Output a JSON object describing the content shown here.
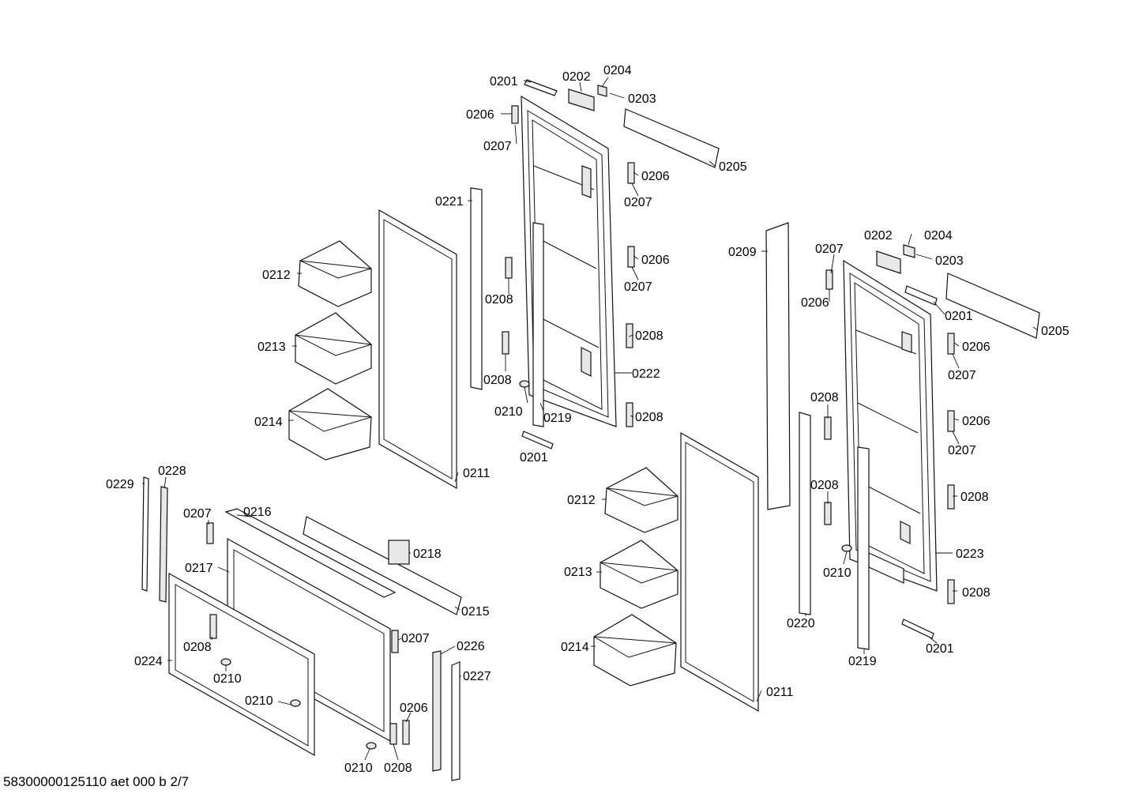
{
  "labels": [
    {
      "key": "l01",
      "text": "0201"
    },
    {
      "key": "l02",
      "text": "0202"
    },
    {
      "key": "l03",
      "text": "0204"
    },
    {
      "key": "l04",
      "text": "0203"
    },
    {
      "key": "l05",
      "text": "0206"
    },
    {
      "key": "l06",
      "text": "0207"
    },
    {
      "key": "l07",
      "text": "0205"
    },
    {
      "key": "l08",
      "text": "0206"
    },
    {
      "key": "l09",
      "text": "0207"
    },
    {
      "key": "l10",
      "text": "0221"
    },
    {
      "key": "l11",
      "text": "0206"
    },
    {
      "key": "l12",
      "text": "0207"
    },
    {
      "key": "l13",
      "text": "0212"
    },
    {
      "key": "l14",
      "text": "0208"
    },
    {
      "key": "l15",
      "text": "0213"
    },
    {
      "key": "l16",
      "text": "0208"
    },
    {
      "key": "l17",
      "text": "0222"
    },
    {
      "key": "l18",
      "text": "0208"
    },
    {
      "key": "l19",
      "text": "0214"
    },
    {
      "key": "l20",
      "text": "0210"
    },
    {
      "key": "l21",
      "text": "0219"
    },
    {
      "key": "l22",
      "text": "0208"
    },
    {
      "key": "l23",
      "text": "0201"
    },
    {
      "key": "l24",
      "text": "0211"
    },
    {
      "key": "l25",
      "text": "0209"
    },
    {
      "key": "l26",
      "text": "0202"
    },
    {
      "key": "l27",
      "text": "0204"
    },
    {
      "key": "l28",
      "text": "0207"
    },
    {
      "key": "l29",
      "text": "0203"
    },
    {
      "key": "l30",
      "text": "0206"
    },
    {
      "key": "l31",
      "text": "0201"
    },
    {
      "key": "l32",
      "text": "0205"
    },
    {
      "key": "l33",
      "text": "0206"
    },
    {
      "key": "l34",
      "text": "0207"
    },
    {
      "key": "l35",
      "text": "0208"
    },
    {
      "key": "l36",
      "text": "0206"
    },
    {
      "key": "l37",
      "text": "0207"
    },
    {
      "key": "l38",
      "text": "0208"
    },
    {
      "key": "l39",
      "text": "0212"
    },
    {
      "key": "l40",
      "text": "0208"
    },
    {
      "key": "l41",
      "text": "0210"
    },
    {
      "key": "l42",
      "text": "0223"
    },
    {
      "key": "l43",
      "text": "0213"
    },
    {
      "key": "l44",
      "text": "0208"
    },
    {
      "key": "l45",
      "text": "0220"
    },
    {
      "key": "l46",
      "text": "0214"
    },
    {
      "key": "l47",
      "text": "0219"
    },
    {
      "key": "l48",
      "text": "0201"
    },
    {
      "key": "l49",
      "text": "0211"
    },
    {
      "key": "l50",
      "text": "0229"
    },
    {
      "key": "l51",
      "text": "0228"
    },
    {
      "key": "l52",
      "text": "0207"
    },
    {
      "key": "l53",
      "text": "0216"
    },
    {
      "key": "l54",
      "text": "0218"
    },
    {
      "key": "l55",
      "text": "0217"
    },
    {
      "key": "l56",
      "text": "0215"
    },
    {
      "key": "l57",
      "text": "0207"
    },
    {
      "key": "l58",
      "text": "0208"
    },
    {
      "key": "l59",
      "text": "0226"
    },
    {
      "key": "l60",
      "text": "0224"
    },
    {
      "key": "l61",
      "text": "0210"
    },
    {
      "key": "l62",
      "text": "0227"
    },
    {
      "key": "l63",
      "text": "0210"
    },
    {
      "key": "l64",
      "text": "0206"
    },
    {
      "key": "l65",
      "text": "0210"
    },
    {
      "key": "l66",
      "text": "0208"
    }
  ],
  "footer": {
    "text": "58300000125110 aet 000 b 2/7"
  }
}
